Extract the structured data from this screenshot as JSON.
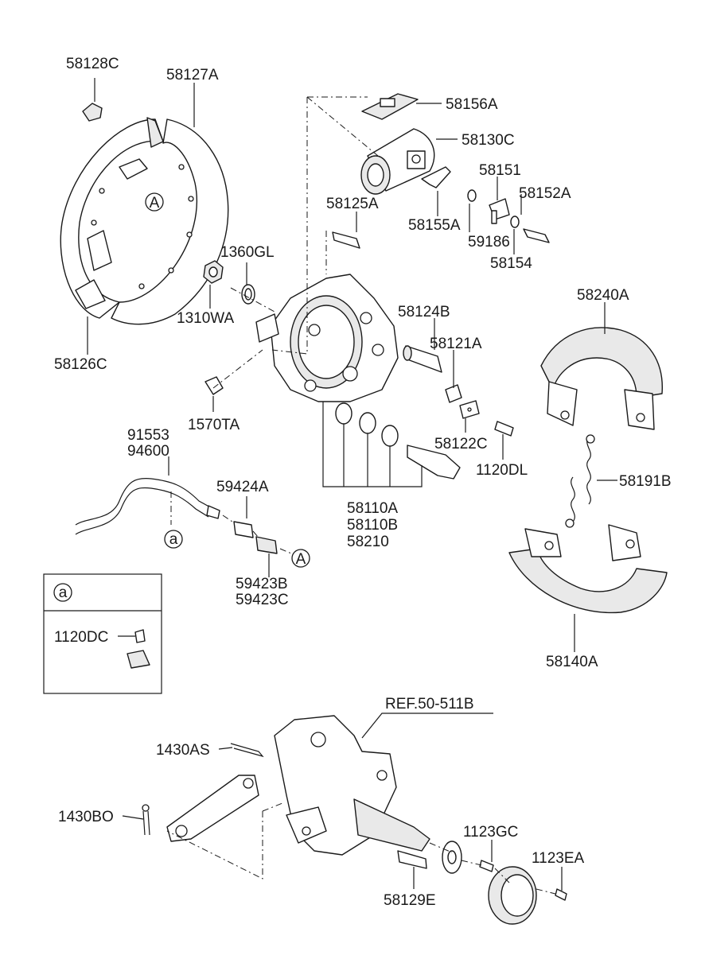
{
  "labels": {
    "p58128C": "58128C",
    "p58127A": "58127A",
    "p58156A": "58156A",
    "p58130C": "58130C",
    "p58151": "58151",
    "p58152A": "58152A",
    "p58125A": "58125A",
    "p58155A": "58155A",
    "p59186": "59186",
    "p58154": "58154",
    "p1360GL": "1360GL",
    "p1310WA": "1310WA",
    "p58126C": "58126C",
    "p58124B": "58124B",
    "p58121A": "58121A",
    "p58240A": "58240A",
    "p1570TA": "1570TA",
    "p91553": "91553",
    "p94600": "94600",
    "p58122C": "58122C",
    "p1120DL": "1120DL",
    "p58191B": "58191B",
    "p59424A": "59424A",
    "p58110A": "58110A",
    "p58110B": "58110B",
    "p58210": "58210",
    "p59423B": "59423B",
    "p59423C": "59423C",
    "p58140A": "58140A",
    "p1120DC": "1120DC",
    "pREF": "REF.50-511B",
    "p1430AS": "1430AS",
    "p1430BO": "1430BO",
    "p1123GC": "1123GC",
    "p1123EA": "1123EA",
    "p58129E": "58129E"
  },
  "markers": {
    "a": "a",
    "A": "A"
  }
}
